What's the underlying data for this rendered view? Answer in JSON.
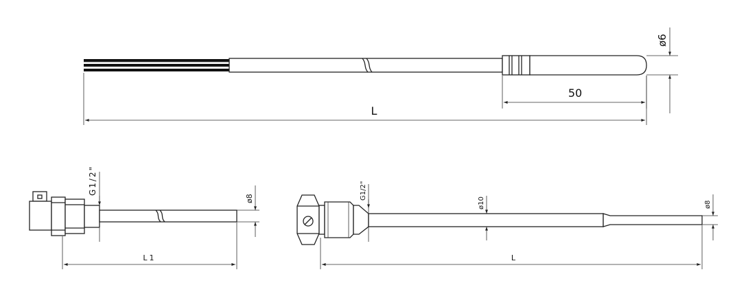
{
  "top_drawing": {
    "diameter_label": "ø6",
    "tip_length_label": "50",
    "overall_length_label": "L"
  },
  "bottom_left_drawing": {
    "thread_label": "G1/2\"",
    "diameter_label": "ø8",
    "length_label": "L1"
  },
  "bottom_right_drawing": {
    "thread_label": "G1/2\"",
    "diameter_mid_label": "ø10",
    "diameter_tip_label": "ø8",
    "length_label": "L"
  },
  "colors": {
    "line": "#222222",
    "background": "#ffffff",
    "wire": "#111111"
  }
}
